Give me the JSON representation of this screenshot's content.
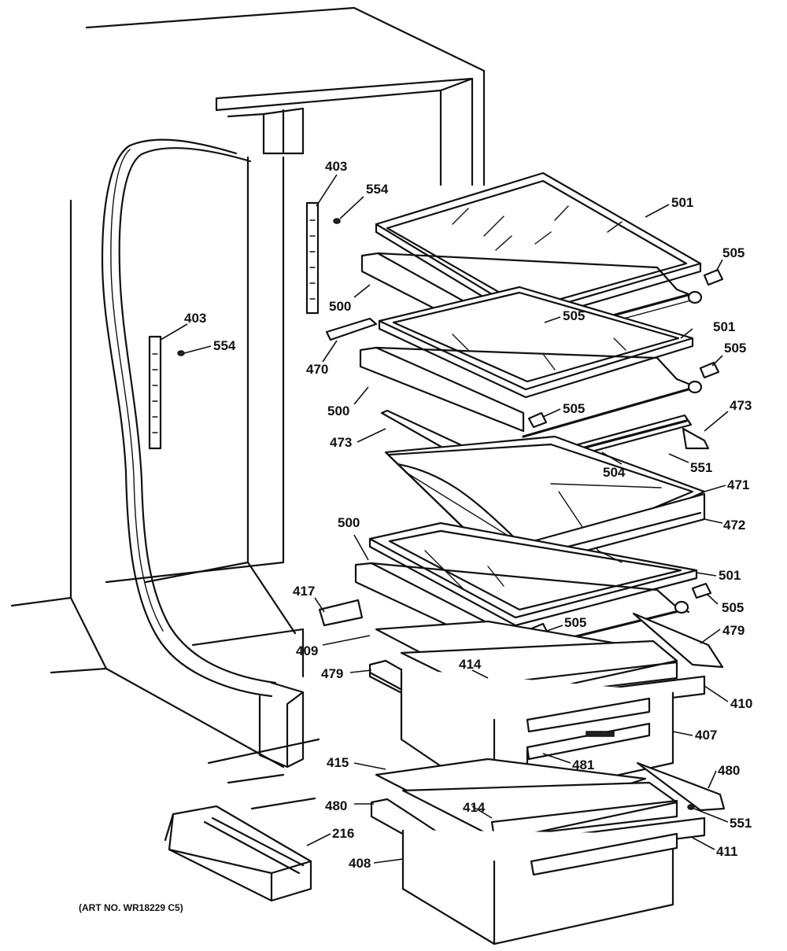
{
  "caption": "(ART NO. WR18229 C5)",
  "labels": {
    "l403a": "403",
    "l554a": "554",
    "l403b": "403",
    "l554b": "554",
    "l500a": "500",
    "l470": "470",
    "l500b": "500",
    "l473a": "473",
    "l501a": "501",
    "l505a": "505",
    "l505b": "505",
    "l501b": "501",
    "l505c": "505",
    "l505d": "505",
    "l473b": "473",
    "l504": "504",
    "l551a": "551",
    "l471": "471",
    "l472": "472",
    "l500c": "500",
    "l501c": "501",
    "l505e": "505",
    "l417": "417",
    "l505f": "505",
    "l479a": "479",
    "l409": "409",
    "l414a": "414",
    "l479b": "479",
    "l410": "410",
    "l407": "407",
    "l481": "481",
    "l415": "415",
    "l480a": "480",
    "l480b": "480",
    "l414b": "414",
    "l551b": "551",
    "l216": "216",
    "l411": "411",
    "l408": "408"
  }
}
